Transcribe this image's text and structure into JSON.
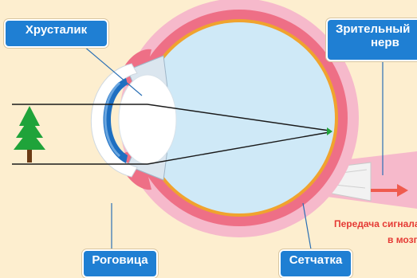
{
  "labels": {
    "lens": "Хрусталик",
    "optic_nerve_line1": "Зрительный",
    "optic_nerve_line2": "нерв",
    "cornea": "Роговица",
    "retina": "Сетчатка",
    "signal_line1": "Передача сигнала",
    "signal_line2": "в мозг"
  },
  "colors": {
    "background": "#fdeecf",
    "label_fill": "#1f7fd3",
    "sclera_outer": "#f6b9cb",
    "choroid": "#ee6f86",
    "retina_layer": "#f0a32e",
    "vitreous": "#cfe9f7",
    "cornea": "#1e6fc1",
    "lens": "#ffffff",
    "tree": "#1fa33a",
    "arrow": "#ef5b4e",
    "signal_text": "#e53a35"
  },
  "icons": {
    "object": "tree-icon",
    "signal": "arrow-right-icon"
  }
}
